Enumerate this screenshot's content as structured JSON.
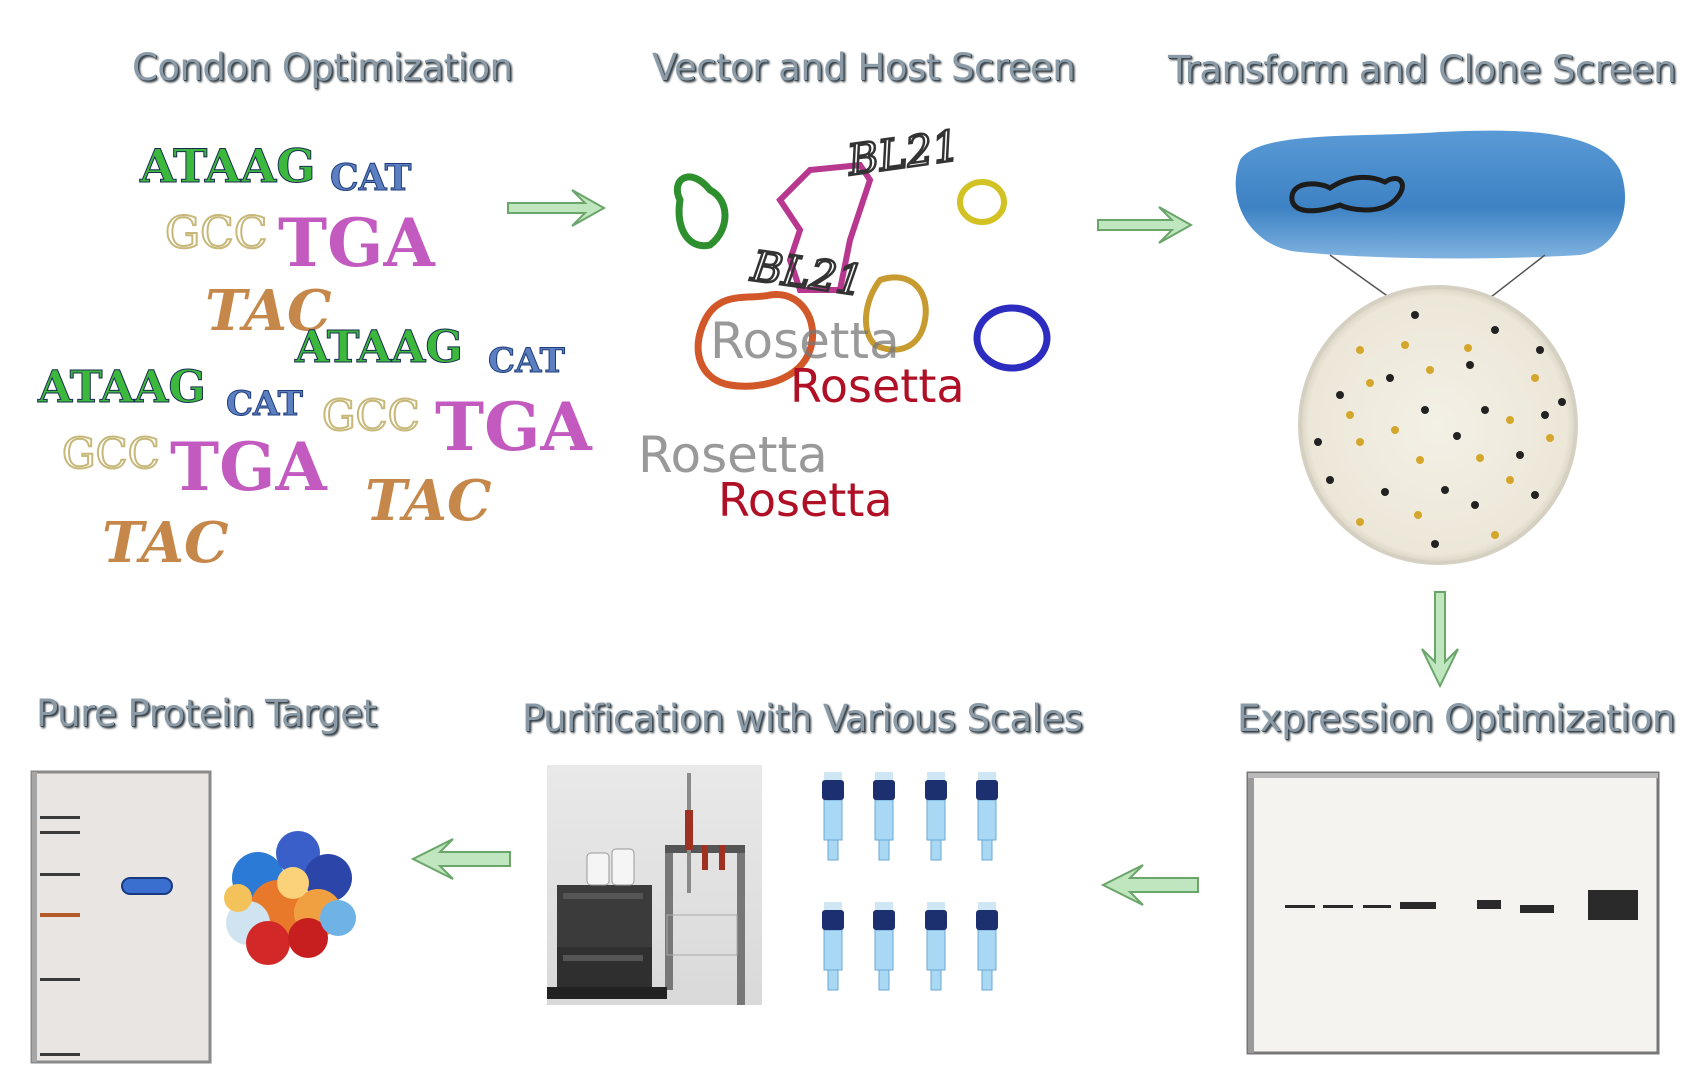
{
  "steps": [
    {
      "title": "Condon Optimization"
    },
    {
      "title": "Vector and Host Screen"
    },
    {
      "title": "Transform and Clone Screen"
    },
    {
      "title": "Expression Optimization"
    },
    {
      "title": "Purification with Various Scales"
    },
    {
      "title": "Pure Protein Target"
    }
  ],
  "codons": {
    "atg": "ATAAG",
    "cat": "CAT",
    "gcc": "GCC",
    "tga": "TGA",
    "tac": "TAC"
  },
  "hosts": {
    "bl21": "BL21",
    "rosetta": "Rosetta"
  },
  "colors": {
    "arrow": "#bfe6bf",
    "arrow_stroke": "#6aa56a",
    "bacterium": "#3d82c4",
    "plate": "#efebdf",
    "colony_dark": "#222222",
    "colony_gold": "#d4a72c",
    "gel": "#f4f3f0",
    "protein_band": "#3a6fd0"
  }
}
